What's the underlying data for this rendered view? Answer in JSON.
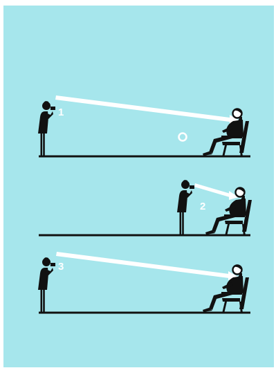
{
  "colors": {
    "background": "#a6e6ec",
    "figure": "#111111",
    "sight_line": "#ffffff",
    "ground": "#111111"
  },
  "panels": [
    {
      "id": "panel-1",
      "label": "1",
      "subject_marker": "circle"
    },
    {
      "id": "panel-2",
      "label": "2"
    },
    {
      "id": "panel-3",
      "label": "3"
    }
  ]
}
